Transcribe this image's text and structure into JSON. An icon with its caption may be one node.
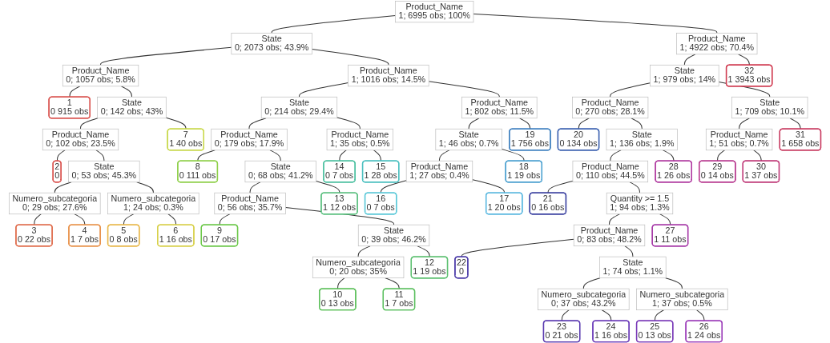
{
  "diagram": {
    "nodes": [
      {
        "text": [
          "Product_Name",
          "1; 6995 obs; 100%"
        ]
      },
      {
        "text": [
          "State",
          "0; 2073 obs; 43.9%"
        ]
      },
      {
        "text": [
          "Product_Name",
          "0; 1057 obs; 5.8%"
        ]
      },
      {
        "text": [
          "1",
          "0",
          "915 obs"
        ]
      },
      {
        "text": [
          "State",
          "0; 142 obs; 43%"
        ]
      },
      {
        "text": [
          "Product_Name",
          "0; 102 obs; 23.5%"
        ]
      },
      {
        "text": [
          "2",
          "0"
        ]
      },
      {
        "text": [
          "State",
          "0; 53 obs; 45.3%"
        ]
      },
      {
        "text": [
          "Numero_subcategoria",
          "0; 29 obs; 27.6%"
        ]
      },
      {
        "text": [
          "3",
          "0",
          "22 obs"
        ]
      },
      {
        "text": [
          "4",
          "1",
          "7 obs"
        ]
      },
      {
        "text": [
          "Numero_subcategoria",
          "1; 24 obs; 0.3%"
        ]
      },
      {
        "text": [
          "5",
          "0",
          "8 obs"
        ]
      },
      {
        "text": [
          "6",
          "1",
          "16 obs"
        ]
      },
      {
        "text": [
          "7",
          "1",
          "40 obs"
        ]
      },
      {
        "text": [
          "Product_Name",
          "1; 1016 obs; 14.5%"
        ]
      },
      {
        "text": [
          "State",
          "0; 214 obs; 29.4%"
        ]
      },
      {
        "text": [
          "Product_Name",
          "0; 179 obs; 17.9%"
        ]
      },
      {
        "text": [
          "8",
          "0",
          "111 obs"
        ]
      },
      {
        "text": [
          "State",
          "0; 68 obs; 41.2%"
        ]
      },
      {
        "text": [
          "Product_Name",
          "0; 56 obs; 35.7%"
        ]
      },
      {
        "text": [
          "9",
          "0",
          "17 obs"
        ]
      },
      {
        "text": [
          "State",
          "0; 39 obs; 46.2%"
        ]
      },
      {
        "text": [
          "Numero_subcategoria",
          "0; 20 obs; 35%"
        ]
      },
      {
        "text": [
          "10",
          "0",
          "13 obs"
        ]
      },
      {
        "text": [
          "11",
          "1",
          "7 obs"
        ]
      },
      {
        "text": [
          "12",
          "1",
          "19 obs"
        ]
      },
      {
        "text": [
          "13",
          "1",
          "12 obs"
        ]
      },
      {
        "text": [
          "Product_Name",
          "1; 35 obs; 0.5%"
        ]
      },
      {
        "text": [
          "14",
          "0",
          "7 obs"
        ]
      },
      {
        "text": [
          "15",
          "1",
          "28 obs"
        ]
      },
      {
        "text": [
          "Product_Name",
          "1; 802 obs; 11.5%"
        ]
      },
      {
        "text": [
          "State",
          "1; 46 obs; 0.7%"
        ]
      },
      {
        "text": [
          "Product_Name",
          "1; 27 obs; 0.4%"
        ]
      },
      {
        "text": [
          "16",
          "0",
          "7 obs"
        ]
      },
      {
        "text": [
          "17",
          "1",
          "20 obs"
        ]
      },
      {
        "text": [
          "18",
          "1",
          "19 obs"
        ]
      },
      {
        "text": [
          "19",
          "1",
          "756 obs"
        ]
      },
      {
        "text": [
          "Product_Name",
          "1; 4922 obs; 70.4%"
        ]
      },
      {
        "text": [
          "State",
          "1; 979 obs; 14%"
        ]
      },
      {
        "text": [
          "Product_Name",
          "0; 270 obs; 28.1%"
        ]
      },
      {
        "text": [
          "20",
          "0",
          "134 obs"
        ]
      },
      {
        "text": [
          "State",
          "1; 136 obs; 1.9%"
        ]
      },
      {
        "text": [
          "Product_Name",
          "0; 110 obs; 44.5%"
        ]
      },
      {
        "text": [
          "21",
          "0",
          "16 obs"
        ]
      },
      {
        "text": [
          "Quantity >= 1.5",
          "1; 94 obs; 1.3%"
        ]
      },
      {
        "text": [
          "Product_Name",
          "0; 83 obs; 48.2%"
        ]
      },
      {
        "text": [
          "22",
          "0"
        ]
      },
      {
        "text": [
          "State",
          "1; 74 obs; 1.1%"
        ]
      },
      {
        "text": [
          "Numero_subcategoria",
          "0; 37 obs; 43.2%"
        ]
      },
      {
        "text": [
          "23",
          "0",
          "21 obs"
        ]
      },
      {
        "text": [
          "24",
          "1",
          "16 obs"
        ]
      },
      {
        "text": [
          "Numero_subcategoria",
          "1; 37 obs; 0.5%"
        ]
      },
      {
        "text": [
          "25",
          "0",
          "13 obs"
        ]
      },
      {
        "text": [
          "26",
          "1",
          "24 obs"
        ]
      },
      {
        "text": [
          "27",
          "1",
          "11 obs"
        ]
      },
      {
        "text": [
          "28",
          "1",
          "26 obs"
        ]
      },
      {
        "text": [
          "State",
          "1; 709 obs; 10.1%"
        ]
      },
      {
        "text": [
          "Product_Name",
          "1; 51 obs; 0.7%"
        ]
      },
      {
        "text": [
          "29",
          "0",
          "14 obs"
        ]
      },
      {
        "text": [
          "30",
          "1",
          "37 obs"
        ]
      },
      {
        "text": [
          "31",
          "1",
          "658 obs"
        ]
      },
      {
        "text": [
          "32",
          "1",
          "3943 obs"
        ]
      }
    ],
    "edges": [
      {
        "from": 0,
        "to": 1,
        "arrow": "none"
      },
      {
        "from": 0,
        "to": 38,
        "arrow": "none"
      },
      {
        "from": 1,
        "to": 2,
        "arrow": "none"
      },
      {
        "from": 1,
        "to": 15,
        "arrow": "none"
      },
      {
        "from": 2,
        "to": 3,
        "arrow": "none"
      },
      {
        "from": 2,
        "to": 4,
        "arrow": "none"
      },
      {
        "from": 4,
        "to": 5,
        "arrow": "none"
      },
      {
        "from": 4,
        "to": 14,
        "arrow": "none"
      },
      {
        "from": 5,
        "to": 6,
        "arrow": "none"
      },
      {
        "from": 5,
        "to": 7,
        "arrow": "none"
      },
      {
        "from": 7,
        "to": 8,
        "arrow": "none"
      },
      {
        "from": 7,
        "to": 11,
        "arrow": "none"
      },
      {
        "from": 8,
        "to": 9,
        "arrow": "none"
      },
      {
        "from": 8,
        "to": 10,
        "arrow": "none"
      },
      {
        "from": 11,
        "to": 12,
        "arrow": "none"
      },
      {
        "from": 11,
        "to": 13,
        "arrow": "none"
      },
      {
        "from": 15,
        "to": 16,
        "arrow": "none"
      },
      {
        "from": 15,
        "to": 31,
        "arrow": "none"
      },
      {
        "from": 16,
        "to": 17,
        "arrow": "none"
      },
      {
        "from": 16,
        "to": 28,
        "arrow": "none"
      },
      {
        "from": 17,
        "to": 18,
        "arrow": "none"
      },
      {
        "from": 17,
        "to": 19,
        "arrow": "none"
      },
      {
        "from": 19,
        "to": 20,
        "arrow": "none"
      },
      {
        "from": 19,
        "to": 27,
        "arrow": "none"
      },
      {
        "from": 20,
        "to": 21,
        "arrow": "none"
      },
      {
        "from": 20,
        "to": 22,
        "arrow": "none"
      },
      {
        "from": 22,
        "to": 23,
        "arrow": "none"
      },
      {
        "from": 22,
        "to": 26,
        "arrow": "none"
      },
      {
        "from": 23,
        "to": 24,
        "arrow": "none"
      },
      {
        "from": 23,
        "to": 25,
        "arrow": "none"
      },
      {
        "from": 28,
        "to": 29,
        "arrow": "none"
      },
      {
        "from": 28,
        "to": 30,
        "arrow": "none"
      },
      {
        "from": 31,
        "to": 32,
        "arrow": "none"
      },
      {
        "from": 31,
        "to": 37,
        "arrow": "none"
      },
      {
        "from": 32,
        "to": 33,
        "arrow": "none"
      },
      {
        "from": 32,
        "to": 36,
        "arrow": "none"
      },
      {
        "from": 33,
        "to": 34,
        "arrow": "none"
      },
      {
        "from": 33,
        "to": 35,
        "arrow": "none"
      },
      {
        "from": 38,
        "to": 39,
        "arrow": "none"
      },
      {
        "from": 38,
        "to": 62,
        "arrow": "none"
      },
      {
        "from": 39,
        "to": 40,
        "arrow": "none"
      },
      {
        "from": 39,
        "to": 57,
        "arrow": "none"
      },
      {
        "from": 40,
        "to": 41,
        "arrow": "none"
      },
      {
        "from": 40,
        "to": 42,
        "arrow": "none"
      },
      {
        "from": 42,
        "to": 43,
        "arrow": "none"
      },
      {
        "from": 42,
        "to": 56,
        "arrow": "none"
      },
      {
        "from": 43,
        "to": 44,
        "arrow": "none"
      },
      {
        "from": 43,
        "to": 45,
        "arrow": "none"
      },
      {
        "from": 45,
        "to": 46,
        "arrow": "none"
      },
      {
        "from": 45,
        "to": 55,
        "arrow": "none"
      },
      {
        "from": 46,
        "to": 47,
        "arrow": "none"
      },
      {
        "from": 46,
        "to": 48,
        "arrow": "none"
      },
      {
        "from": 48,
        "to": 49,
        "arrow": "none"
      },
      {
        "from": 48,
        "to": 52,
        "arrow": "none"
      },
      {
        "from": 49,
        "to": 50,
        "arrow": "none"
      },
      {
        "from": 49,
        "to": 51,
        "arrow": "none"
      },
      {
        "from": 52,
        "to": 53,
        "arrow": "none"
      },
      {
        "from": 52,
        "to": 54,
        "arrow": "none"
      },
      {
        "from": 57,
        "to": 58,
        "arrow": "none"
      },
      {
        "from": 57,
        "to": 61,
        "arrow": "none"
      },
      {
        "from": 58,
        "to": 59,
        "arrow": "none"
      },
      {
        "from": 58,
        "to": 60,
        "arrow": "none"
      }
    ]
  }
}
